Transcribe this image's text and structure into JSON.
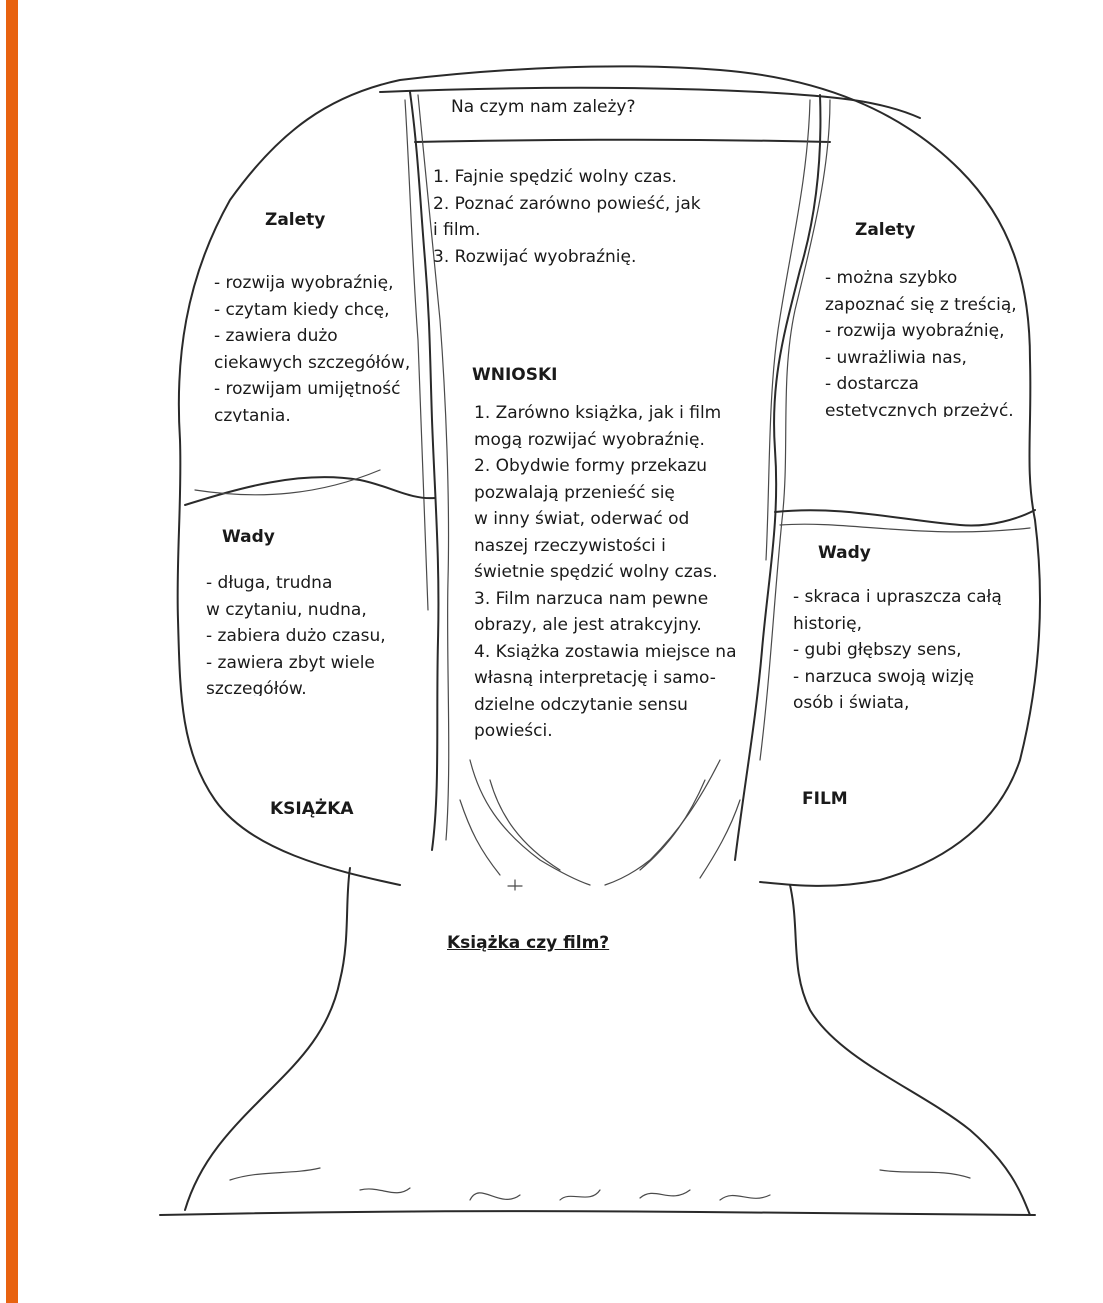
{
  "question": {
    "text": "Na czym nam zależy?"
  },
  "goals": {
    "lines": [
      "1. Fajnie spędzić wolny czas.",
      "2. Poznać zarówno powieść, jak",
      "i film.",
      "3. Rozwijać wyobraźnię."
    ]
  },
  "book": {
    "label": "KSIĄŻKA",
    "pros_title": "Zalety",
    "pros_lines": [
      "- rozwija wyobraźnię,",
      "- czytam kiedy chcę,",
      "- zawiera dużo",
      "ciekawych szczegółów,",
      "- rozwijam umijętność",
      "czytania."
    ],
    "cons_title": "Wady",
    "cons_lines": [
      "- długa, trudna",
      "w czytaniu, nudna,",
      "- zabiera dużo czasu,",
      "- zawiera zbyt wiele",
      "szczegółów."
    ]
  },
  "film": {
    "label": "FILM",
    "pros_title": "Zalety",
    "pros_lines": [
      "- można szybko",
      "zapoznać się z treścią,",
      "- rozwija wyobraźnię,",
      "- uwrażliwia nas,",
      "- dostarcza",
      "estetycznych przeżyć."
    ],
    "cons_title": "Wady",
    "cons_lines": [
      "- skraca i upraszcza całą",
      "historię,",
      "- gubi głębszy sens,",
      "- narzuca swoją wizję",
      "osób i świata,"
    ]
  },
  "conclusions": {
    "title": "WNIOSKI",
    "lines": [
      "1. Zarówno książka, jak i film",
      "mogą rozwijać wyobraźnię.",
      "2. Obydwie formy przekazu",
      "pozwalają przenieść się",
      "w inny świat, oderwać od",
      "naszej rzeczywistości i",
      "świetnie spędzić wolny czas.",
      "3. Film narzuca nam pewne",
      "obrazy, ale jest atrakcyjny.",
      "4. Książka zostawia miejsce na",
      "własną interpretację i samo-",
      "dzielne odczytanie sensu",
      "powieści."
    ]
  },
  "subject": {
    "text": "Książka czy film?"
  },
  "colors": {
    "accent": "#e8620f",
    "ink": "#2a2a2a"
  }
}
